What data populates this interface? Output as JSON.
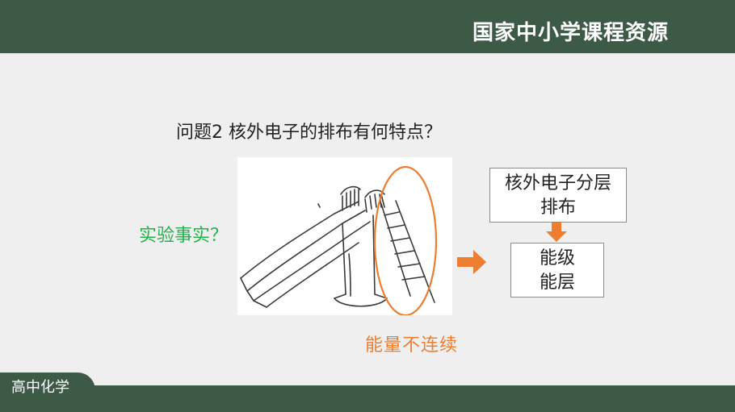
{
  "header": {
    "brand": "国家中小学课程资源"
  },
  "footer": {
    "subject": "高中化学"
  },
  "main": {
    "question": "问题2 核外电子的排布有何特点？",
    "fact_label": "实验事实？",
    "energy_label": "能量不连续",
    "box_top": {
      "line1": "核外电子分层",
      "line2": "排布"
    },
    "box_bottom": {
      "line1": "能级",
      "line2": "能层"
    }
  },
  "colors": {
    "bar": "#3d5a47",
    "accent_orange": "#ed7d31",
    "label_green": "#22b14c",
    "background": "#efefef"
  },
  "icons": {
    "slide_image": "playground-slide-illustration",
    "arrow_right": "arrow-right-icon",
    "arrow_down": "arrow-down-icon"
  }
}
